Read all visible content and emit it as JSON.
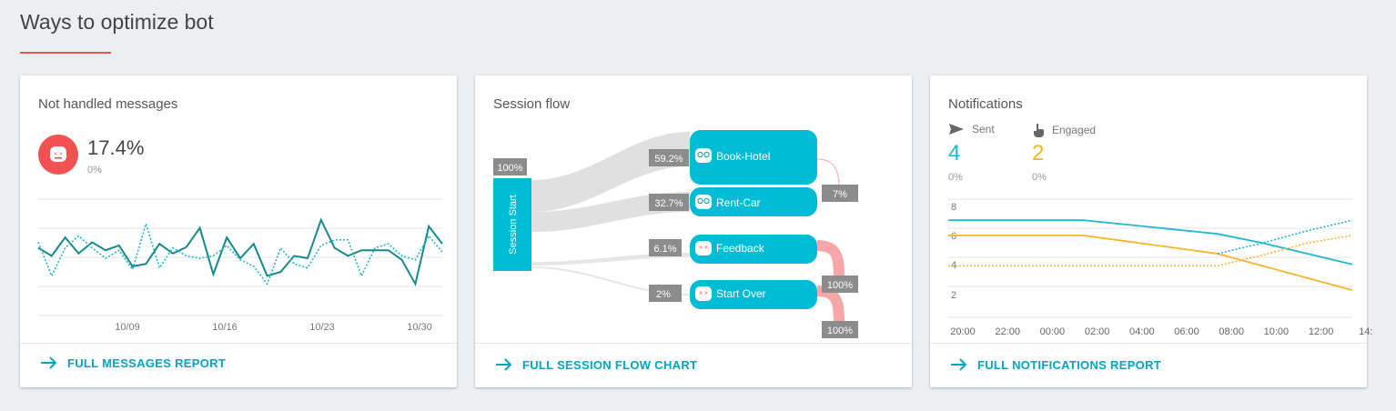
{
  "page": {
    "title": "Ways to optimize bot"
  },
  "not_handled": {
    "title": "Not handled messages",
    "value": "17.4%",
    "sub": "0%",
    "footer": "FULL MESSAGES REPORT",
    "colors": {
      "solid": "#15898c",
      "dotted": "#1fb7c2",
      "avatar": "#f25252"
    },
    "chart_data": {
      "type": "line",
      "x_ticks": [
        "10/09",
        "10/16",
        "10/23",
        "10/30"
      ],
      "series": [
        {
          "style": "solid",
          "values": [
            0.55,
            0.45,
            0.68,
            0.48,
            0.62,
            0.52,
            0.58,
            0.32,
            0.35,
            0.6,
            0.48,
            0.56,
            0.8,
            0.22,
            0.68,
            0.42,
            0.6,
            0.2,
            0.25,
            0.45,
            0.42,
            0.9,
            0.55,
            0.45,
            0.52,
            0.52,
            0.52,
            0.4,
            0.1,
            0.82,
            0.6
          ]
        },
        {
          "style": "dotted",
          "values": [
            0.62,
            0.2,
            0.55,
            0.7,
            0.55,
            0.42,
            0.52,
            0.28,
            0.85,
            0.3,
            0.55,
            0.45,
            0.42,
            0.45,
            0.58,
            0.4,
            0.32,
            0.1,
            0.55,
            0.35,
            0.3,
            0.58,
            0.65,
            0.65,
            0.2,
            0.55,
            0.6,
            0.45,
            0.4,
            0.7,
            0.5
          ]
        }
      ]
    }
  },
  "session_flow": {
    "title": "Session flow",
    "start_label": "Session Start",
    "start_pct": "100%",
    "footer": "FULL SESSION FLOW CHART",
    "nodes": [
      {
        "label": "Book-Hotel",
        "pct": "59.2%",
        "icon": "robot-glasses-icon"
      },
      {
        "label": "Rent-Car",
        "pct": "32.7%",
        "icon": "robot-glasses-icon"
      },
      {
        "label": "Feedback",
        "pct": "6.1%",
        "icon": "robot-dead-icon"
      },
      {
        "label": "Start Over",
        "pct": "2%",
        "icon": "robot-dead-icon"
      }
    ],
    "exits": [
      "7%",
      "100%",
      "100%"
    ],
    "colors": {
      "node": "#00bcd4",
      "flow": "#e0e0e0",
      "exit": "#f8a7a9",
      "pct_box": "#8c8c8c"
    }
  },
  "notifications": {
    "title": "Notifications",
    "sent": {
      "label": "Sent",
      "value": "4",
      "pct": "0%",
      "color": "#1fb7d4",
      "icon": "send-icon"
    },
    "engaged": {
      "label": "Engaged",
      "value": "2",
      "pct": "0%",
      "color": "#f7b529",
      "icon": "hand-pointer-icon"
    },
    "footer": "FULL NOTIFICATIONS REPORT",
    "chart_data": {
      "type": "line",
      "x": [
        "20:00",
        "22:00",
        "00:00",
        "02:00",
        "04:00",
        "06:00",
        "08:00",
        "10:00",
        "12:00",
        "14:"
      ],
      "y_ticks": [
        "8",
        "6",
        "4",
        "2"
      ],
      "ylim": [
        0,
        8
      ],
      "series": [
        {
          "name": "Sent",
          "style": "solid",
          "values": [
            6.5,
            6.5,
            6.5,
            6.5,
            6.2,
            5.9,
            5.6,
            5.0,
            4.3,
            3.6
          ]
        },
        {
          "name": "Engaged",
          "style": "solid",
          "values": [
            5.5,
            5.5,
            5.5,
            5.5,
            5.1,
            4.7,
            4.3,
            3.5,
            2.7,
            1.9
          ]
        },
        {
          "name": "Sent",
          "style": "dotted",
          "values": [
            null,
            null,
            null,
            null,
            null,
            null,
            4.3,
            5.0,
            5.8,
            6.5
          ]
        },
        {
          "name": "Engaged",
          "style": "dotted",
          "values": [
            3.5,
            3.5,
            3.5,
            3.5,
            3.5,
            3.5,
            3.5,
            4.2,
            5.0,
            5.5
          ]
        }
      ]
    }
  }
}
